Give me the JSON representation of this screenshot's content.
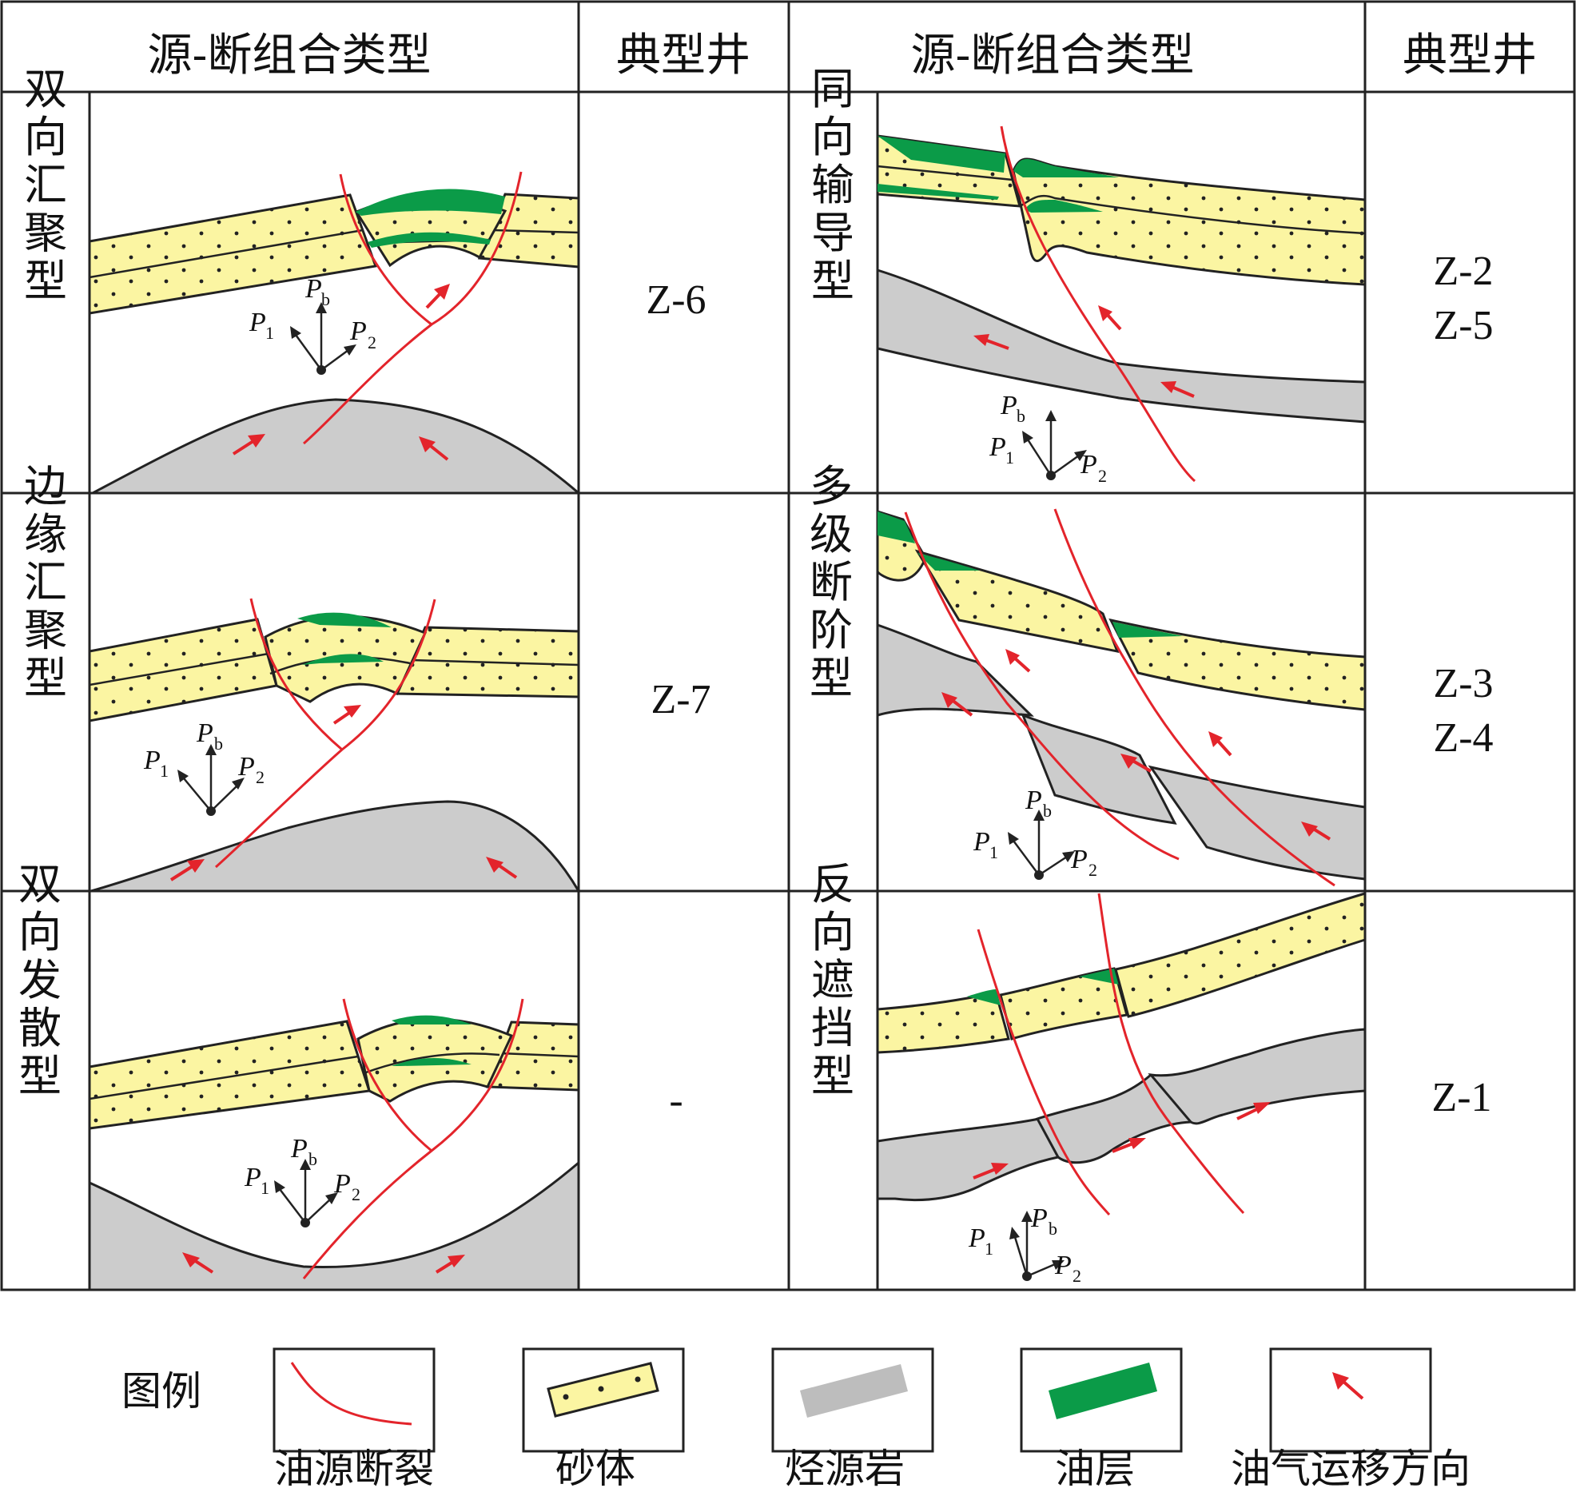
{
  "header": {
    "combo_type": "源-断组合类型",
    "typical_well": "典型井"
  },
  "rows": [
    {
      "left_type": "双向汇聚型",
      "left_well": [
        "Z-6"
      ],
      "right_type": "同向输导型",
      "right_well": [
        "Z-2",
        "Z-5"
      ]
    },
    {
      "left_type": "边缘汇聚型",
      "left_well": [
        "Z-7"
      ],
      "right_type": "多级断阶型",
      "right_well": [
        "Z-3",
        "Z-4"
      ]
    },
    {
      "left_type": "双向发散型",
      "left_well": [
        "-"
      ],
      "right_type": "反向遮挡型",
      "right_well": [
        "Z-1"
      ]
    }
  ],
  "pressure_labels": {
    "P": "P",
    "sub1": "1",
    "sub2": "2",
    "subb": "b"
  },
  "legend": {
    "title": "图例",
    "items": [
      "油源断裂",
      "砂体",
      "烃源岩",
      "油层",
      "油气运移方向"
    ]
  },
  "colors": {
    "sand": "#fbf5a2",
    "source_rock": "#cccccc",
    "oil_layer": "#0b9b48",
    "fault": "#e3242b"
  }
}
